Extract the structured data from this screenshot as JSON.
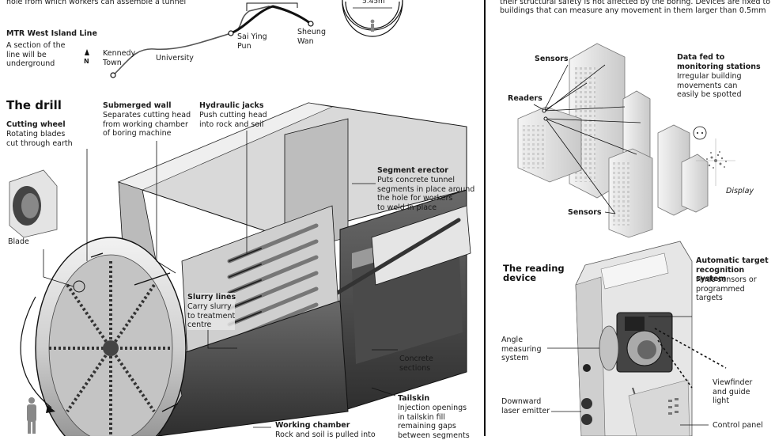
{
  "top_caption": "hole from which workers can assemble a tunnel",
  "top_right_caption_1": "their structural safety is not affected by the boring. Devices are fixed to",
  "top_right_caption_2": "buildings that can measure any movement in them larger than 0.5mm",
  "map": {
    "title": "MTR West Island Line",
    "desc": "A section of the\nline will be\nunderground",
    "north": "N",
    "stations": [
      "Kennedy\nTown",
      "University",
      "Sai Ying\nPun",
      "Sheung\nWan"
    ]
  },
  "dimension": "5.45m",
  "drill": {
    "title": "The drill",
    "cutting_wheel": {
      "title": "Cutting wheel",
      "desc": "Rotating blades\ncut through earth"
    },
    "blade": "Blade",
    "submerged_wall": {
      "title": "Submerged wall",
      "desc": "Separates cutting head\nfrom working chamber\nof boring machine"
    },
    "hydraulic_jacks": {
      "title": "Hydraulic jacks",
      "desc": "Push cutting head\ninto rock and soil"
    },
    "segment_erector": {
      "title": "Segment erector",
      "desc": "Puts concrete tunnel\nsegments in place around\nthe hole for workers\nto weld in place"
    },
    "slurry_lines": {
      "title": "Slurry lines",
      "desc": "Carry slurry\nto treatment\ncentre"
    },
    "concrete_sections": "Concrete\nsections",
    "tailskin": {
      "title": "Tailskin",
      "desc": "Injection openings\nin tailskin fill\nremaining gaps\nbetween segments"
    },
    "working_chamber": {
      "title": "Working chamber",
      "desc": "Rock and soil is pulled into"
    }
  },
  "monitoring": {
    "sensors_top": "Sensors",
    "readers": "Readers",
    "sensors_bottom": "Sensors",
    "data_fed": {
      "title": "Data fed to\nmonitoring stations",
      "desc": "Irregular building\nmovements can\neasily be spotted"
    },
    "display": "Display"
  },
  "reading_device": {
    "title": "The reading\ndevice",
    "auto_target": {
      "title": "Automatic target\nrecognition system",
      "desc": "Finds sensors or\nprogrammed\ntargets"
    },
    "angle": "Angle\nmeasuring\nsystem",
    "viewfinder": "Viewfinder\nand guide\nlight",
    "laser": "Downward\nlaser emitter",
    "control_panel": "Control panel"
  }
}
